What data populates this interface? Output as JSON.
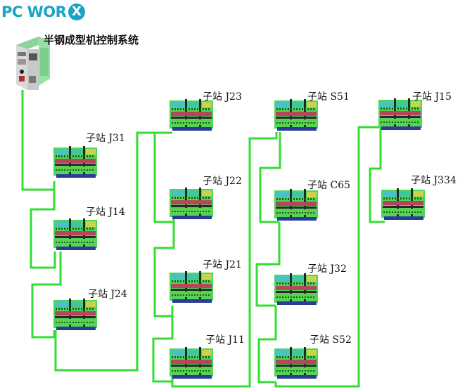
{
  "logo": {
    "text": "PC WOR",
    "mark": "X"
  },
  "title": "半钢成型机控制系统",
  "colors": {
    "bus": "#33dd33",
    "logo": "#1aa3c8"
  },
  "stations": [
    {
      "id": "J31",
      "label": "子站 J31"
    },
    {
      "id": "J14",
      "label": "子站 J14"
    },
    {
      "id": "J24",
      "label": "子站 J24"
    },
    {
      "id": "J23",
      "label": "子站 J23"
    },
    {
      "id": "J22",
      "label": "子站 J22"
    },
    {
      "id": "J21",
      "label": "子站 J21"
    },
    {
      "id": "J11",
      "label": "子站 J11"
    },
    {
      "id": "S51",
      "label": "子站 S51"
    },
    {
      "id": "C65",
      "label": "子站 C65"
    },
    {
      "id": "J32",
      "label": "子站 J32"
    },
    {
      "id": "S52",
      "label": "子站 S52"
    },
    {
      "id": "J15",
      "label": "子站 J15"
    },
    {
      "id": "J334",
      "label": "子站 J334"
    }
  ]
}
